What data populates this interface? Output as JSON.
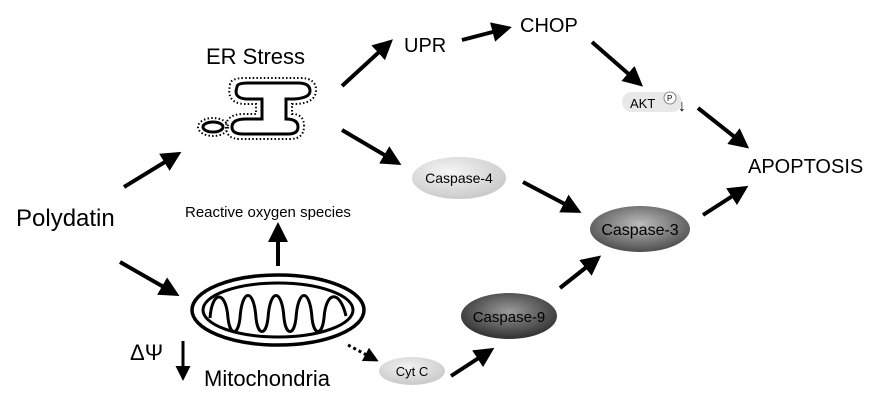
{
  "diagram": {
    "nodes": {
      "polydatin": "Polydatin",
      "er_stress": "ER Stress",
      "upr": "UPR",
      "chop": "CHOP",
      "akt": "AKT",
      "akt_phospho": "P",
      "apoptosis": "APOPTOSIS",
      "caspase4": "Caspase-4",
      "caspase3": "Caspase-3",
      "caspase9": "Caspase-9",
      "ros": "Reactive oxygen species",
      "mitochondria": "Mitochondria",
      "cytc": "Cyt C",
      "delta_psi": "ΔΨ"
    },
    "colors": {
      "arrow": "#000000",
      "caspase4_fill": "#dcdcdc",
      "caspase3_fill": "#6f6f6f",
      "caspase9_fill": "#4a4a4a",
      "cytc_fill": "#d9d9d9",
      "akt_fill": "#e6e6e6"
    }
  }
}
